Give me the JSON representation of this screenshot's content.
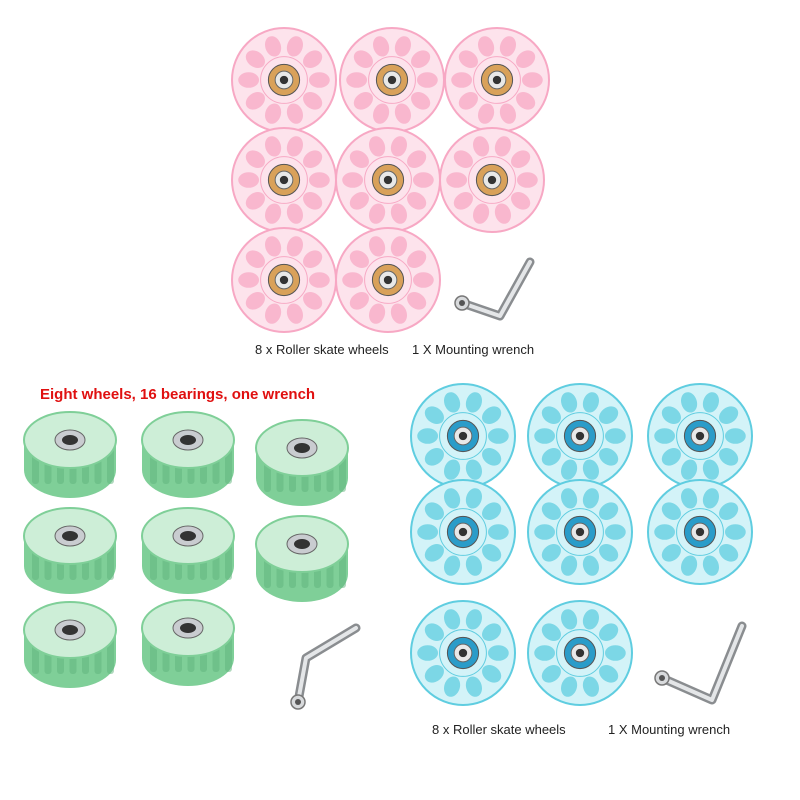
{
  "pink_set": {
    "wheel_color": "#f7a8c4",
    "wheel_color_light": "#fde3ec",
    "bearing_color": "#d9a15a",
    "caption_wheels": "8 x Roller skate wheels",
    "caption_wrench": "1 X Mounting wrench"
  },
  "green_set": {
    "wheel_color": "#7fcf98",
    "wheel_color_light": "#cdeed7",
    "bearing_color": "#c9ccd0",
    "headline": "Eight wheels, 16 bearings, one wrench"
  },
  "blue_set": {
    "wheel_color": "#5fcde0",
    "wheel_color_light": "#d3f3f8",
    "bearing_color": "#2a9cc9",
    "caption_wheels": "8 x Roller skate wheels",
    "caption_wrench": "1 X Mounting wrench"
  }
}
